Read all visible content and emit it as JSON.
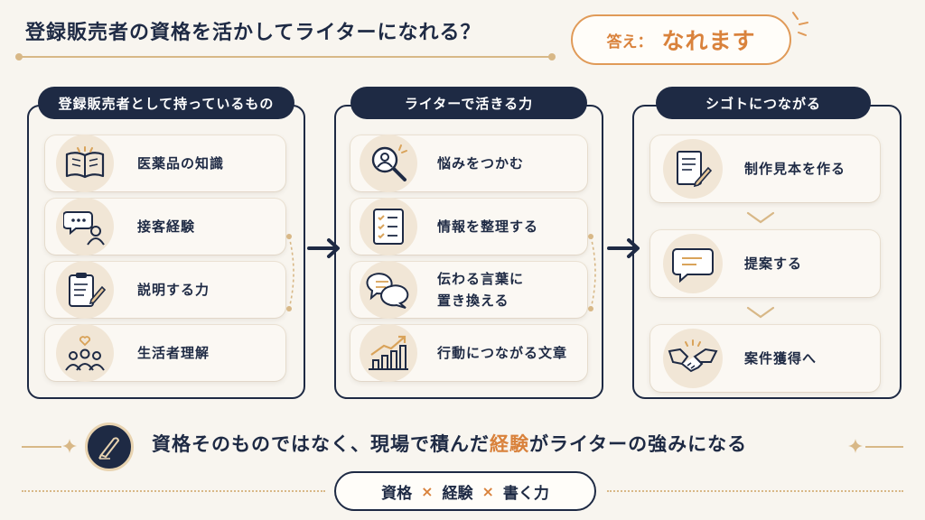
{
  "header": {
    "title": "登録販売者の資格を活かしてライターになれる？",
    "answer_label": "答え：",
    "answer_value": "なれます"
  },
  "columns": [
    {
      "title": "登録販売者として持っているもの",
      "items": [
        {
          "label": "医薬品の知識",
          "icon": "open-book-icon"
        },
        {
          "label": "接客経験",
          "icon": "chat-person-icon"
        },
        {
          "label": "説明する力",
          "icon": "clipboard-pen-icon"
        },
        {
          "label": "生活者理解",
          "icon": "people-heart-icon"
        }
      ]
    },
    {
      "title": "ライターで活きる力",
      "items": [
        {
          "label": "悩みをつかむ",
          "icon": "magnifier-person-icon"
        },
        {
          "label": "情報を整理する",
          "icon": "checklist-icon"
        },
        {
          "label_line1": "伝わる言葉に",
          "label_line2": "置き換える",
          "icon": "speech-bubbles-icon"
        },
        {
          "label": "行動につながる文章",
          "icon": "growth-chart-icon"
        }
      ]
    },
    {
      "title": "シゴトにつながる",
      "items": [
        {
          "label": "制作見本を作る",
          "icon": "document-pen-icon"
        },
        {
          "label": "提案する",
          "icon": "speech-bubble-icon"
        },
        {
          "label": "案件獲得へ",
          "icon": "handshake-icon"
        }
      ]
    }
  ],
  "message": {
    "before": "資格そのものではなく、現場で積んだ",
    "highlight": "経験",
    "after": "がライターの強みになる"
  },
  "formula": {
    "a": "資格",
    "sep": "×",
    "b": "経験",
    "c": "書く力"
  },
  "colors": {
    "navy": "#1e2a44",
    "accent": "#d9823c",
    "gold": "#d8b887",
    "background": "#f8f5ef"
  }
}
